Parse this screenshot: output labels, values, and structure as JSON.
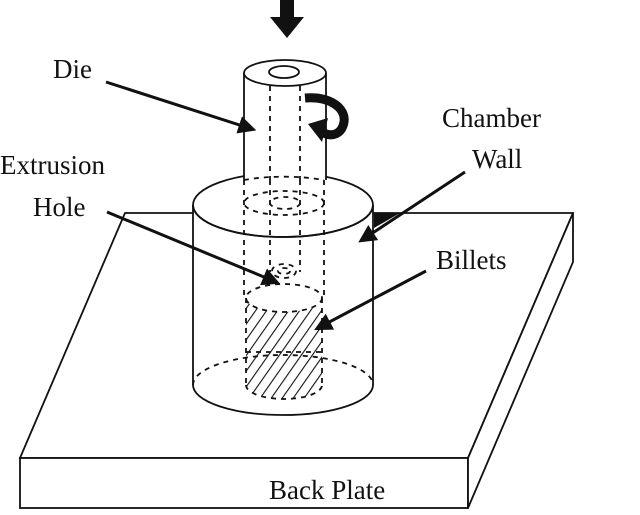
{
  "figure": {
    "title": "Friction extrusion setup schematic",
    "labels": {
      "die": "Die",
      "extrusion_hole_line1": "Extrusion",
      "extrusion_hole_line2": "Hole",
      "chamber_wall_line1": "Chamber",
      "chamber_wall_line2": "Wall",
      "billets": "Billets",
      "back_plate": "Back Plate"
    },
    "symbols": {
      "load_arrow": "down-arrow-force",
      "rotation_arrow": "rotation-arrow"
    },
    "colors": {
      "line": "#111111",
      "background": "#ffffff"
    }
  }
}
